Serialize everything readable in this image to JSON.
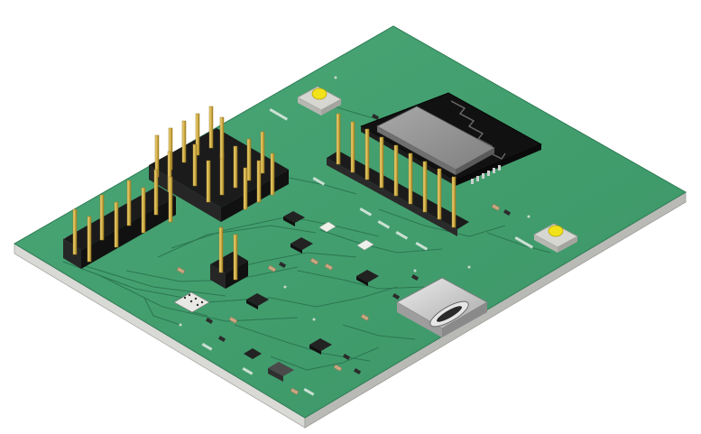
{
  "scene": {
    "subject": "pcb-board-render",
    "view": "isometric",
    "colors": {
      "background": "#ffffff",
      "board_top": "#3f9a6c",
      "board_top_light": "#4aa776",
      "board_edge_front": "#d9d9d6",
      "board_edge_side": "#b9bab6",
      "trace": "#2e7c55",
      "pin_gold": "#d6b44a",
      "header_body": "#1b1b1b",
      "module_can": "#8f8f8f",
      "module_pcb": "#111111",
      "button_cap": "#f2e21a",
      "button_body": "#d7d7d2",
      "usb_shell": "#c9c9c9"
    }
  },
  "silkscreen": [],
  "components": {
    "wifi_module": "esp-module",
    "usb_connector": "usb-c-receptacle",
    "buttons": [
      "tactile-button-top",
      "tactile-button-right"
    ],
    "pin_headers": [
      "header-2x8-left",
      "header-row-lower-left",
      "header-1x10-module",
      "header-1x2-center"
    ]
  }
}
